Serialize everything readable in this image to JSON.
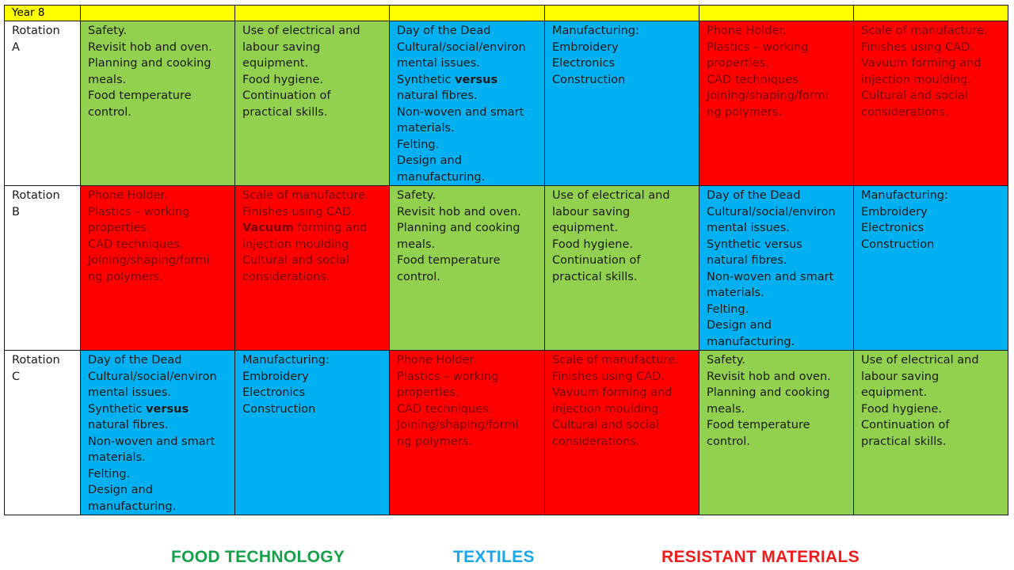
{
  "colors": {
    "food": "#92d050",
    "textiles": "#00b0f0",
    "resistant": "#ff0000",
    "header": "#ffff00"
  },
  "header": {
    "label": "Year 8"
  },
  "rows": [
    {
      "label": "Rotation\nA",
      "cells": [
        {
          "subject": "food",
          "pre": "Safety.\nRevisit hob and oven.\nPlanning and cooking\nmeals.\nFood temperature\ncontrol.",
          "bold": "",
          "post": ""
        },
        {
          "subject": "food",
          "pre": "Use of electrical and\nlabour saving\nequipment.\nFood hygiene.\nContinuation of\npractical skills.",
          "bold": "",
          "post": ""
        },
        {
          "subject": "textiles",
          "pre": "Day of the Dead\nCultural/social/environ\nmental issues.\nSynthetic ",
          "bold": "versus",
          "post": "\nnatural fibres.\nNon-woven and smart\nmaterials.\nFelting.\nDesign and\nmanufacturing."
        },
        {
          "subject": "textiles",
          "pre": "Manufacturing:\nEmbroidery\nElectronics\nConstruction",
          "bold": "",
          "post": ""
        },
        {
          "subject": "resistant",
          "pre": "Phone Holder.\nPlastics – working\nproperties.\nCAD techniques.\nJoining/shaping/formi\nng polymers.",
          "bold": "",
          "post": ""
        },
        {
          "subject": "resistant",
          "pre": "Scale of manufacture.\nFinishes using CAD.\nVavuum forming and\ninjection moulding.\nCultural and social\nconsiderations.",
          "bold": "",
          "post": ""
        }
      ]
    },
    {
      "label": "Rotation\nB",
      "cells": [
        {
          "subject": "resistant",
          "pre": "Phone Holder.\nPlastics – working\nproperties.\nCAD techniques.\nJoining/shaping/formi\nng polymers.",
          "bold": "",
          "post": ""
        },
        {
          "subject": "resistant",
          "pre": "Scale of manufacture.\nFinishes using CAD.\n",
          "bold": "Vacuum",
          "post": " forming and\ninjection moulding.\nCultural and social\nconsiderations."
        },
        {
          "subject": "food",
          "pre": "Safety.\nRevisit hob and oven.\nPlanning and cooking\nmeals.\nFood temperature\ncontrol.",
          "bold": "",
          "post": ""
        },
        {
          "subject": "food",
          "pre": "Use of electrical and\nlabour saving\nequipment.\nFood hygiene.\nContinuation of\npractical skills.",
          "bold": "",
          "post": ""
        },
        {
          "subject": "textiles",
          "pre": "Day of the Dead\nCultural/social/environ\nmental issues.\nSynthetic versus\nnatural fibres.\nNon-woven and smart\nmaterials.\nFelting.\nDesign and\nmanufacturing.",
          "bold": "",
          "post": ""
        },
        {
          "subject": "textiles",
          "pre": "Manufacturing:\nEmbroidery\nElectronics\nConstruction",
          "bold": "",
          "post": ""
        }
      ]
    },
    {
      "label": "Rotation\nC",
      "cells": [
        {
          "subject": "textiles",
          "pre": "Day of the Dead\nCultural/social/environ\nmental issues.\nSynthetic ",
          "bold": "versus",
          "post": "\nnatural fibres.\nNon-woven and smart\nmaterials.\nFelting.\nDesign and\nmanufacturing."
        },
        {
          "subject": "textiles",
          "pre": "Manufacturing:\nEmbroidery\nElectronics\nConstruction",
          "bold": "",
          "post": ""
        },
        {
          "subject": "resistant",
          "pre": "Phone Holder.\nPlastics – working\nproperties.\nCAD techniques.\nJoining/shaping/formi\nng polymers.",
          "bold": "",
          "post": ""
        },
        {
          "subject": "resistant",
          "pre": "Scale of manufacture.\nFinishes using CAD.\nVavuum forming and\ninjection moulding.\nCultural and social\nconsiderations.",
          "bold": "",
          "post": ""
        },
        {
          "subject": "food",
          "pre": "Safety.\nRevisit hob and oven.\nPlanning and cooking\nmeals.\nFood temperature\ncontrol.",
          "bold": "",
          "post": ""
        },
        {
          "subject": "food",
          "pre": "Use of electrical and\nlabour saving\nequipment.\nFood hygiene.\nContinuation of\npractical skills.",
          "bold": "",
          "post": ""
        }
      ]
    }
  ],
  "legend": {
    "food": "FOOD TECHNOLOGY",
    "textiles": "TEXTILES",
    "resistant": "RESISTANT MATERIALS"
  }
}
